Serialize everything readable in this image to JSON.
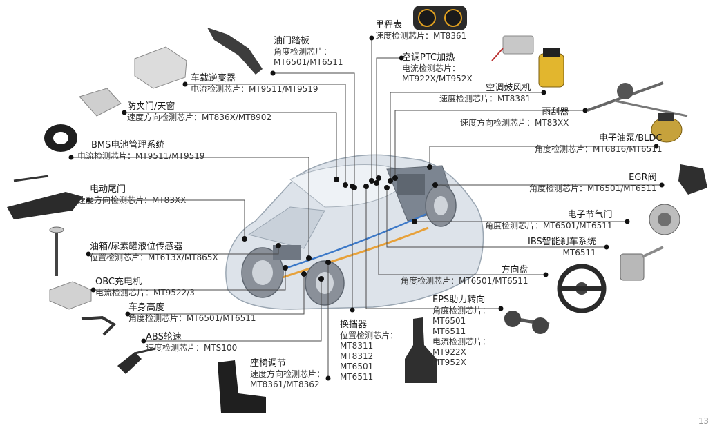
{
  "page_number": "13",
  "components": [
    {
      "id": "throttle-pedal",
      "title": "油门踏板",
      "lines": [
        "角度检测芯片：",
        "MT6501/MT6511"
      ]
    },
    {
      "id": "odometer",
      "title": "里程表",
      "lines": [
        "速度检测芯片：MT8361"
      ]
    },
    {
      "id": "ptc-heater",
      "title": "空调PTC加热",
      "lines": [
        "电流检测芯片：",
        "MT922X/MT952X"
      ]
    },
    {
      "id": "onboard-inverter",
      "title": "车载逆变器",
      "lines": [
        "电流检测芯片：MT9511/MT9519"
      ]
    },
    {
      "id": "ac-blower",
      "title": "空调鼓风机",
      "lines": [
        "速度检测芯片：MT8381"
      ]
    },
    {
      "id": "anti-pinch",
      "title": "防夹门/天窗",
      "lines": [
        "速度方向检测芯片：MT836X/MT8902"
      ]
    },
    {
      "id": "wiper",
      "title": "雨刮器",
      "lines": [
        "速度方向检测芯片：MT83XX"
      ]
    },
    {
      "id": "fuel-pump",
      "title": "电子油泵/BLDC",
      "lines": [
        "角度检测芯片：MT6816/MT6511"
      ]
    },
    {
      "id": "bms",
      "title": "BMS电池管理系统",
      "lines": [
        "电流检测芯片：MT9511/MT9519"
      ]
    },
    {
      "id": "egr",
      "title": "EGR阀",
      "lines": [
        "角度检测芯片：MT6501/MT6511"
      ]
    },
    {
      "id": "tailgate",
      "title": "电动尾门",
      "lines": [
        "速度方向检测芯片：MT83XX"
      ]
    },
    {
      "id": "throttle-valve",
      "title": "电子节气门",
      "lines": [
        "角度检测芯片：MT6501/MT6511"
      ]
    },
    {
      "id": "ibs",
      "title": "IBS智能刹车系统",
      "lines": [
        "MT6511"
      ]
    },
    {
      "id": "tank-level",
      "title": "油箱/尿素罐液位传感器",
      "lines": [
        "位置检测芯片：MT613X/MT865X"
      ]
    },
    {
      "id": "steering-wheel",
      "title": "方向盘",
      "lines": [
        "角度检测芯片：MT6501/MT6511"
      ]
    },
    {
      "id": "obc",
      "title": "OBC充电机",
      "lines": [
        "电流检测芯片：MT9522/3"
      ]
    },
    {
      "id": "eps",
      "title": "EPS助力转向",
      "lines": [
        "角度检测芯片：",
        "MT6501",
        "MT6511",
        "电流检测芯片：",
        "MT922X",
        "MT952X"
      ]
    },
    {
      "id": "ride-height",
      "title": "车身高度",
      "lines": [
        "角度检测芯片：MT6501/MT6511"
      ]
    },
    {
      "id": "abs",
      "title": "ABS轮速",
      "lines": [
        "速度检测芯片：MTS100"
      ]
    },
    {
      "id": "gear-shifter",
      "title": "换挡器",
      "lines": [
        "位置检测芯片：",
        "MT8311",
        "MT8312",
        "MT6501",
        "MT6511"
      ]
    },
    {
      "id": "seat-adjust",
      "title": "座椅调节",
      "lines": [
        "速度方向检测芯片：",
        "MT8361/MT8362"
      ]
    }
  ]
}
